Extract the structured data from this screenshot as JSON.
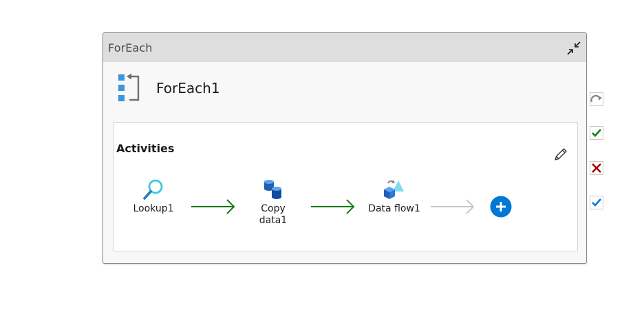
{
  "container": {
    "title": "ForEach",
    "activity_name": "ForEach1"
  },
  "activities_panel": {
    "title": "Activities",
    "items": [
      {
        "label": "Lookup1",
        "icon": "lookup-icon"
      },
      {
        "label": "Copy data1",
        "label_lines": [
          "Copy",
          "data1"
        ],
        "icon": "copy-data-icon"
      },
      {
        "label": "Data flow1",
        "icon": "data-flow-icon"
      }
    ]
  },
  "icons": {
    "collapse": "collapse-icon",
    "foreach": "foreach-icon",
    "edit": "pencil-icon",
    "add": "plus-circle-icon",
    "skip": "skip-arrow-icon",
    "success": "check-icon",
    "failure": "x-icon",
    "completion": "completion-check-icon"
  },
  "colors": {
    "success_green": "#107c10",
    "failure_red": "#a80000",
    "completion_blue": "#0078d4",
    "inactive_arrow": "#c8c8c8",
    "add_blue": "#0078d4"
  }
}
